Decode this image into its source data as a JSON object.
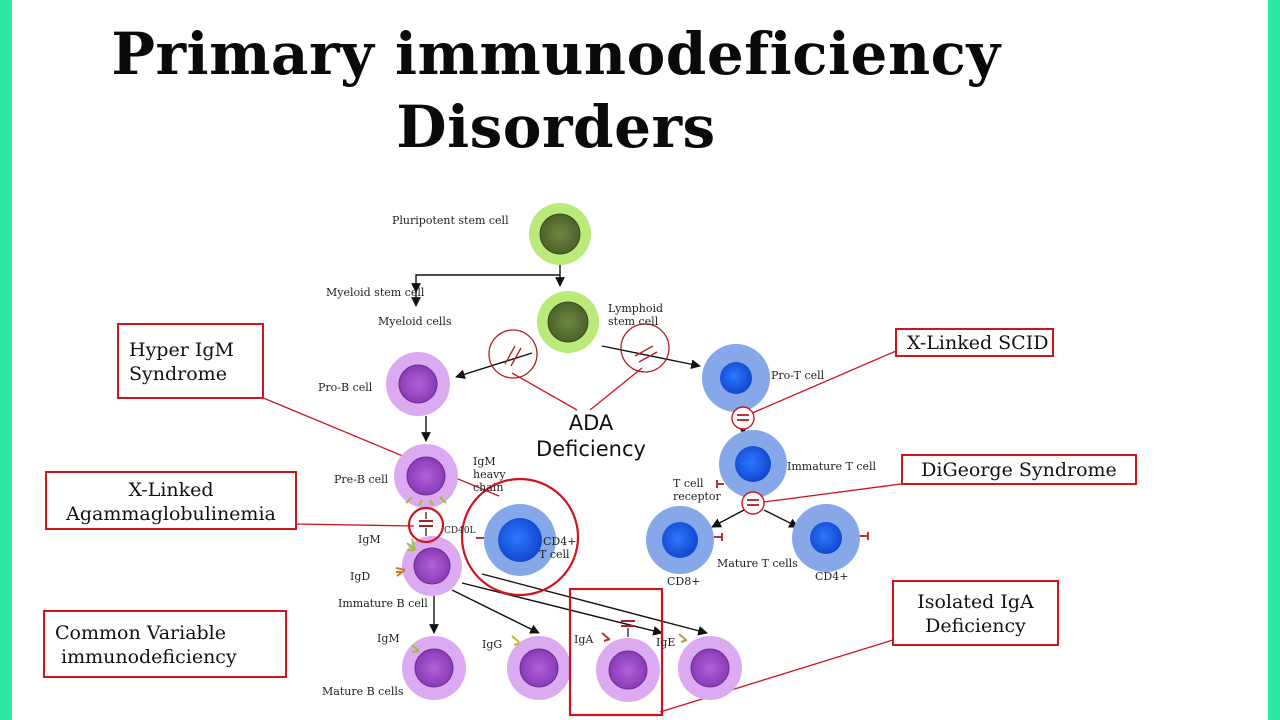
{
  "title": {
    "line1": "Primary immunodeficiency",
    "line2": "Disorders"
  },
  "cells": {
    "pluripotent": "Pluripotent stem cell",
    "myeloid_stem": "Myeloid stem cell",
    "myeloid_cells": "Myeloid cells",
    "lymphoid_1": "Lymphoid",
    "lymphoid_2": "stem cell",
    "pro_b": "Pro-B cell",
    "pre_b": "Pre-B cell",
    "igm_heavy_1": "IgM",
    "igm_heavy_2": "heavy",
    "igm_heavy_3": "chain",
    "cd40l": "CD40L",
    "cd4_t_1": "CD4+",
    "cd4_t_2": "T cell",
    "igm": "IgM",
    "igd": "IgD",
    "immature_b": "Immature B cell",
    "igm_mature": "IgM",
    "igg": "IgG",
    "iga": "IgA",
    "ige": "IgE",
    "mature_b": "Mature B cells",
    "pro_t": "Pro-T cell",
    "immature_t": "Immature T cell",
    "tcr_1": "T cell",
    "tcr_2": "receptor",
    "mature_t": "Mature T cells",
    "cd8": "CD8+",
    "cd4": "CD4+"
  },
  "ada": {
    "line1": "ADA",
    "line2": "Deficiency"
  },
  "boxes": {
    "hyper_igm_1": "Hyper IgM",
    "hyper_igm_2": "Syndrome",
    "xla_1": "X-Linked",
    "xla_2": "Agammaglobulinemia",
    "cvid_1": "Common Variable",
    "cvid_2": "immunodeficiency",
    "xscid": "X-Linked SCID",
    "digeorge": "DiGeorge Syndrome",
    "iga_def_1": "Isolated IgA",
    "iga_def_2": "Deficiency"
  },
  "colors": {
    "accent_border": "#2ee8a6",
    "callout_red": "#d0141e",
    "stem_outer": "#b9ea7a",
    "stem_inner": "#5a6f34",
    "b_outer": "#dcaaf0",
    "b_inner": "#9a48c4",
    "t_outer": "#86a8e8",
    "t_inner": "#1a5ff0"
  }
}
